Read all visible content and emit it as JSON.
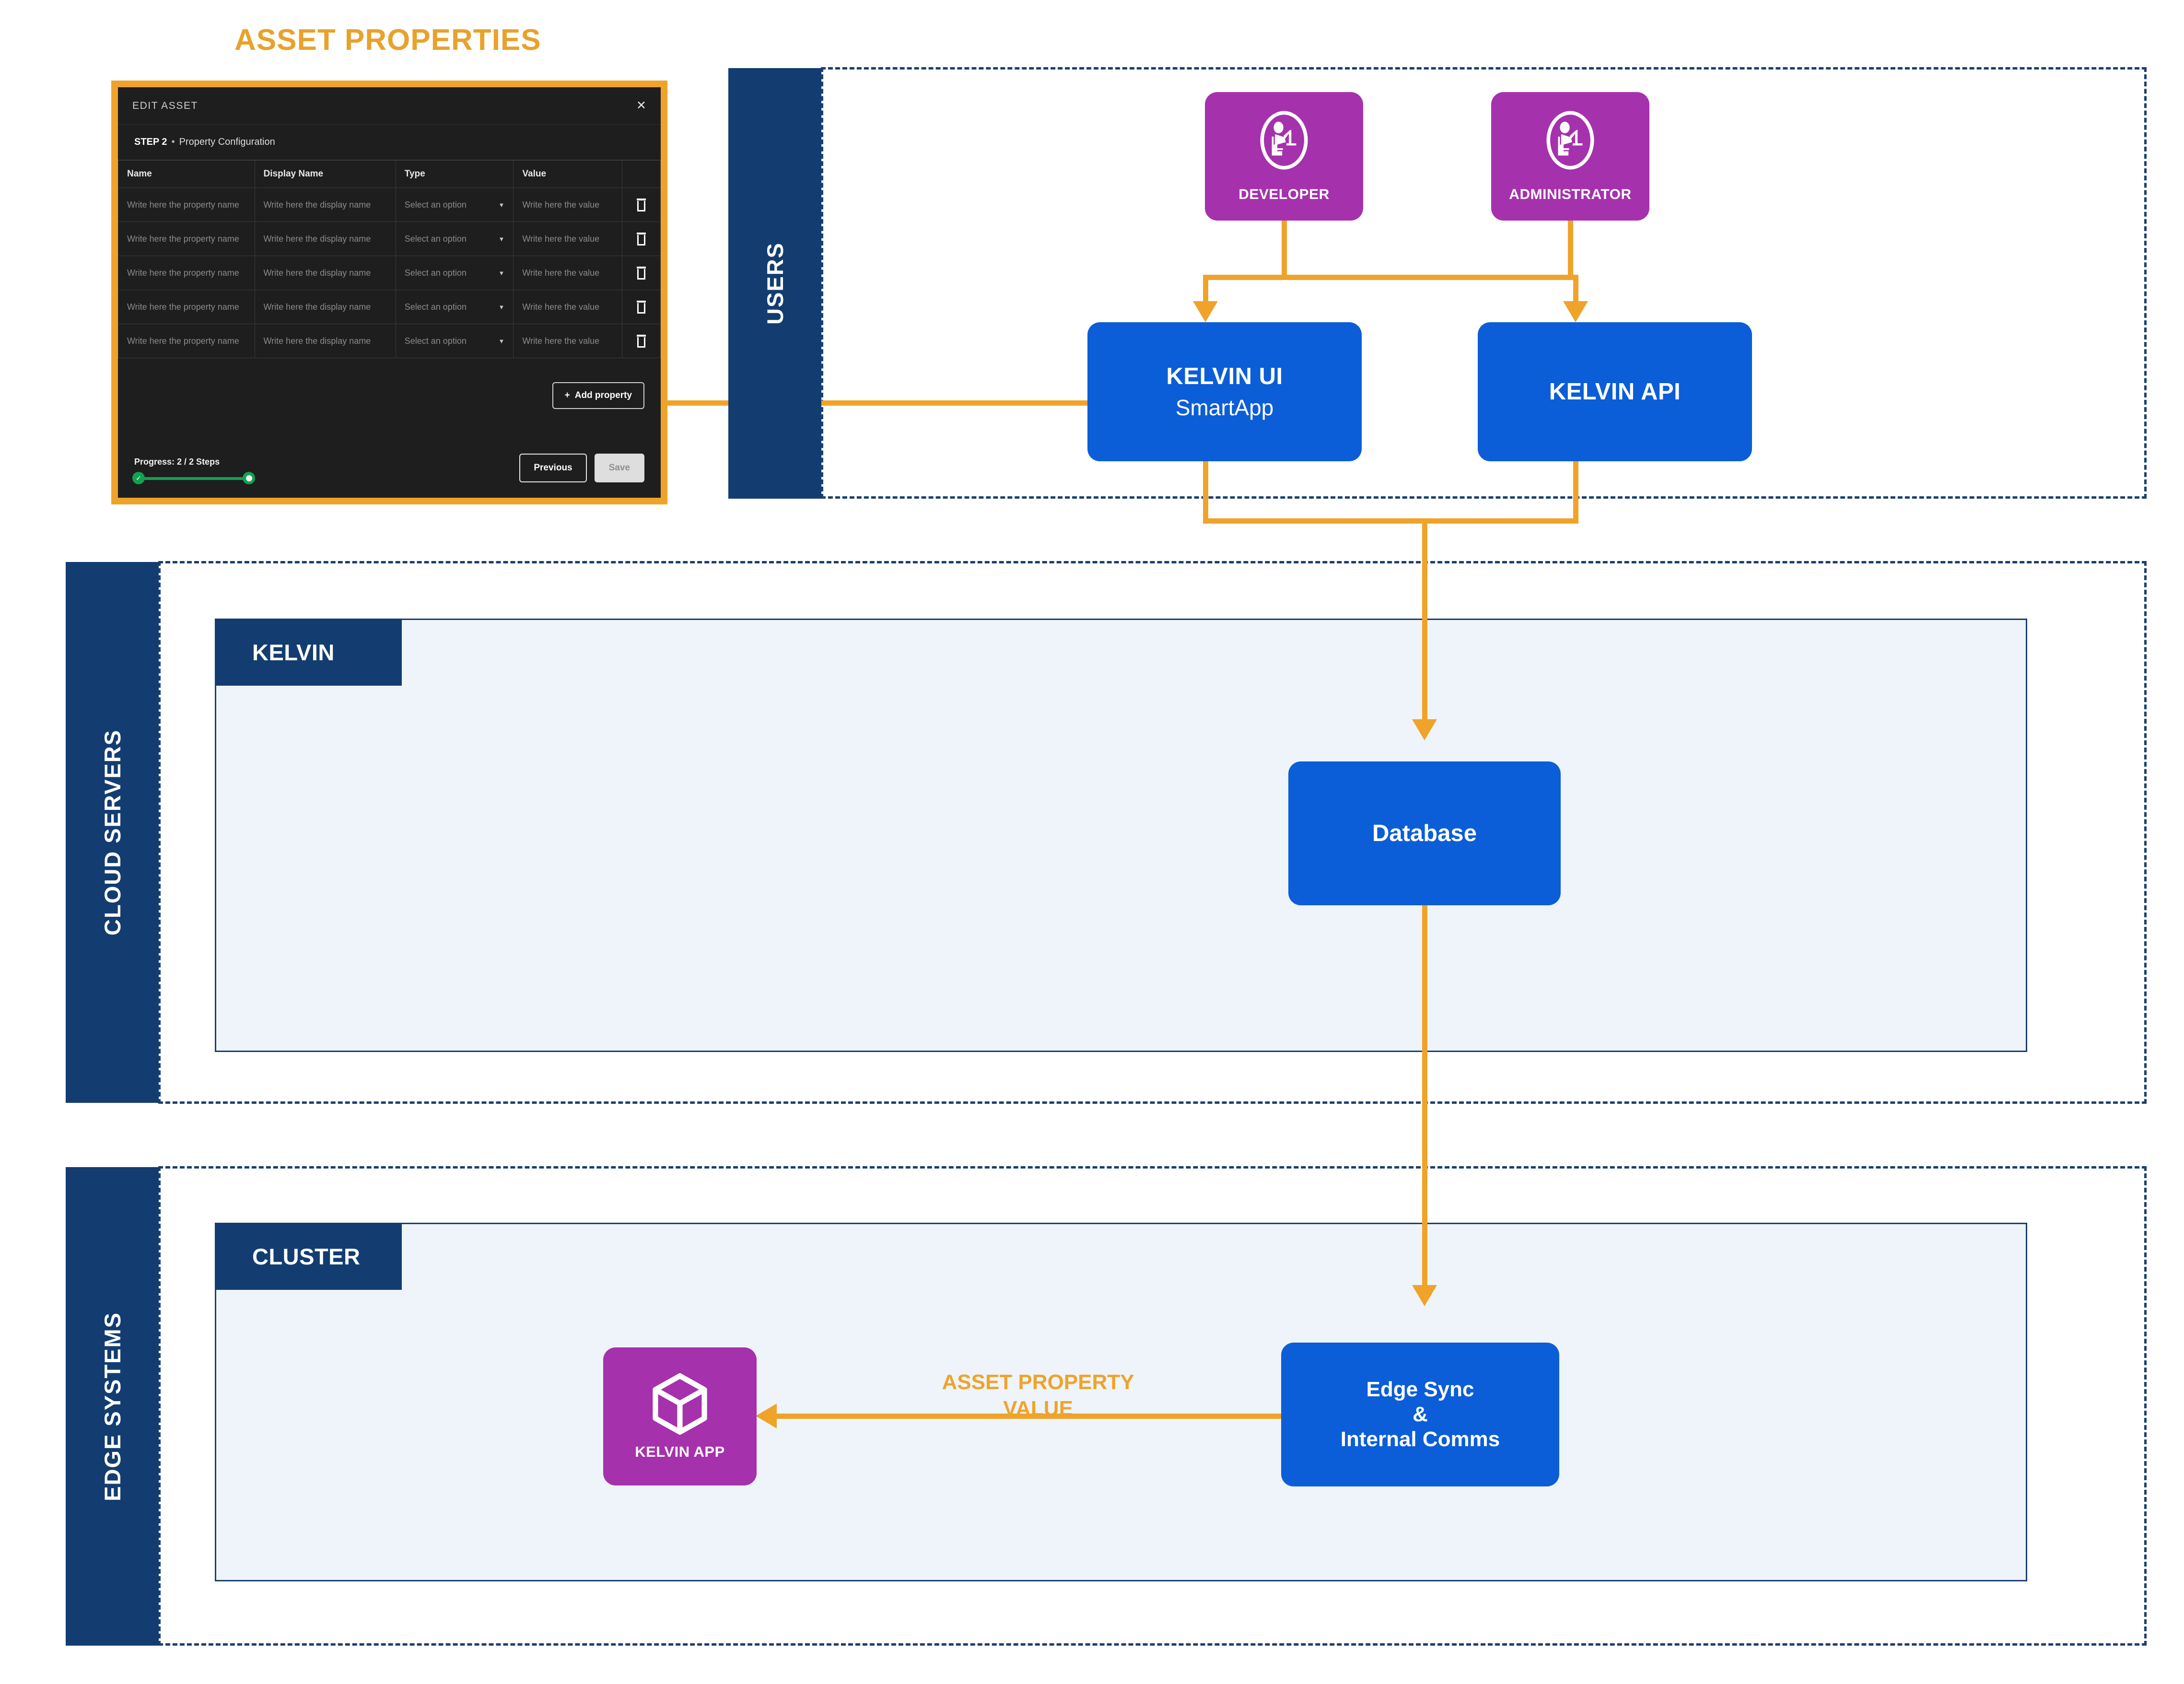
{
  "title": "ASSET PROPERTIES",
  "modal": {
    "window_title": "EDIT ASSET",
    "close_icon": "close-icon",
    "step_number": "STEP 2",
    "step_separator": "•",
    "step_label": "Property Configuration",
    "table": {
      "headers": [
        "Name",
        "Display Name",
        "Type",
        "Value",
        ""
      ],
      "row_placeholders": {
        "name": "Write here the property name",
        "display_name": "Write here the display name",
        "type": "Select an option",
        "value": "Write here the value",
        "delete_icon": "trash-icon",
        "caret_icon": "chevron-down-icon"
      },
      "row_count": 5
    },
    "add_property_label": "Add property",
    "add_property_plus": "+",
    "progress_label": "Progress: 2 / 2 Steps",
    "progress_current": 2,
    "progress_total": 2,
    "previous_label": "Previous",
    "save_label": "Save"
  },
  "zones": {
    "users": "USERS",
    "cloud_servers": "CLOUD SERVERS",
    "edge_systems": "EDGE SYSTEMS"
  },
  "panels": {
    "kelvin": "KELVIN",
    "cluster": "CLUSTER"
  },
  "nodes": {
    "developer": {
      "label": "DEVELOPER",
      "icon": "user-at-desk-icon"
    },
    "administrator": {
      "label": "ADMINISTRATOR",
      "icon": "user-at-desk-icon"
    },
    "kelvin_ui": {
      "line1": "KELVIN UI",
      "line2": "SmartApp"
    },
    "kelvin_api": {
      "line1": "KELVIN API"
    },
    "database": {
      "label": "Database"
    },
    "edge_sync": {
      "line1": "Edge Sync",
      "line2": "&",
      "line3": "Internal Comms"
    },
    "kelvin_app": {
      "label": "KELVIN APP",
      "icon": "cube-icon"
    }
  },
  "edges": {
    "asset_property_value_line1": "ASSET PROPERTY",
    "asset_property_value_line2": "VALUE"
  },
  "colors": {
    "orange": "#F0A32A",
    "navy": "#133D70",
    "blue": "#0B5ED7",
    "purple": "#A531AD",
    "panel_fill": "#EEF4FA",
    "modal_bg": "#1E1E1E",
    "progress_green": "#12A150"
  }
}
